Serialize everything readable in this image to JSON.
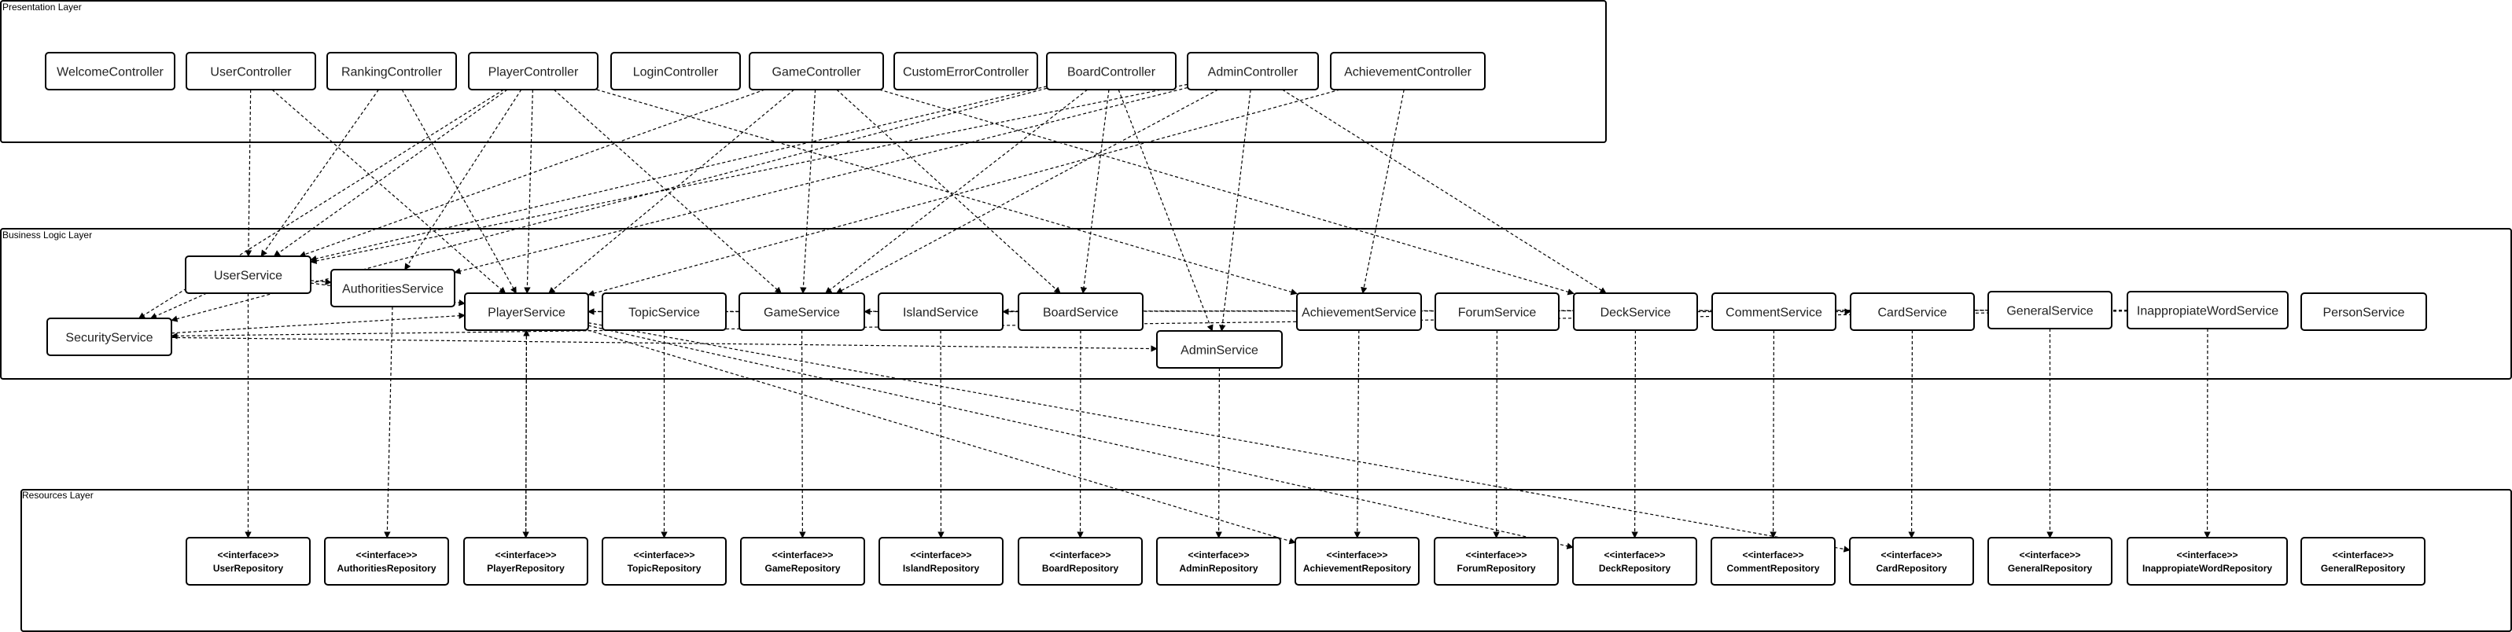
{
  "layers": {
    "presentation": "Presentation Layer",
    "business": "Business Logic Layer",
    "resources": "Resources Layer"
  },
  "controllers": [
    {
      "id": "welcome",
      "label": "WelcomeController"
    },
    {
      "id": "user",
      "label": "UserController"
    },
    {
      "id": "ranking",
      "label": "RankingController"
    },
    {
      "id": "player",
      "label": "PlayerController"
    },
    {
      "id": "login",
      "label": "LoginController"
    },
    {
      "id": "game",
      "label": "GameController"
    },
    {
      "id": "customerror",
      "label": "CustomErrorController"
    },
    {
      "id": "board",
      "label": "BoardController"
    },
    {
      "id": "admin",
      "label": "AdminController"
    },
    {
      "id": "achievement",
      "label": "AchievementController"
    }
  ],
  "services": [
    {
      "id": "user",
      "label": "UserService"
    },
    {
      "id": "authorities",
      "label": "AuthoritiesService"
    },
    {
      "id": "security",
      "label": "SecurityService"
    },
    {
      "id": "player",
      "label": "PlayerService"
    },
    {
      "id": "topic",
      "label": "TopicService"
    },
    {
      "id": "game",
      "label": "GameService"
    },
    {
      "id": "island",
      "label": "IslandService"
    },
    {
      "id": "board",
      "label": "BoardService"
    },
    {
      "id": "admin",
      "label": "AdminService"
    },
    {
      "id": "achievement",
      "label": "AchievementService"
    },
    {
      "id": "forum",
      "label": "ForumService"
    },
    {
      "id": "deck",
      "label": "DeckService"
    },
    {
      "id": "comment",
      "label": "CommentService"
    },
    {
      "id": "card",
      "label": "CardService"
    },
    {
      "id": "general",
      "label": "GeneralService"
    },
    {
      "id": "inappropiate",
      "label": "InappropiateWordService"
    },
    {
      "id": "person",
      "label": "PersonService"
    }
  ],
  "repositories": [
    {
      "id": "user",
      "stereotype": "<<interface>>",
      "label": "UserRepository"
    },
    {
      "id": "authorities",
      "stereotype": "<<interface>>",
      "label": "AuthoritiesRepository"
    },
    {
      "id": "player",
      "stereotype": "<<interface>>",
      "label": "PlayerRepository"
    },
    {
      "id": "topic",
      "stereotype": "<<interface>>",
      "label": "TopicRepository"
    },
    {
      "id": "game",
      "stereotype": "<<interface>>",
      "label": "GameRepository"
    },
    {
      "id": "island",
      "stereotype": "<<interface>>",
      "label": "IslandRepository"
    },
    {
      "id": "board",
      "stereotype": "<<interface>>",
      "label": "BoardRepository"
    },
    {
      "id": "admin",
      "stereotype": "<<interface>>",
      "label": "AdminRepository"
    },
    {
      "id": "achievement",
      "stereotype": "<<interface>>",
      "label": "AchievementRepository"
    },
    {
      "id": "forum",
      "stereotype": "<<interface>>",
      "label": "ForumRepository"
    },
    {
      "id": "deck",
      "stereotype": "<<interface>>",
      "label": "DeckRepository"
    },
    {
      "id": "comment",
      "stereotype": "<<interface>>",
      "label": "CommentRepository"
    },
    {
      "id": "card",
      "stereotype": "<<interface>>",
      "label": "CardRepository"
    },
    {
      "id": "general",
      "stereotype": "<<interface>>",
      "label": "GeneralRepository"
    },
    {
      "id": "inappropiate",
      "stereotype": "<<interface>>",
      "label": "InappropiateWordRepository"
    },
    {
      "id": "general2",
      "stereotype": "<<interface>>",
      "label": "GeneralRepository"
    }
  ],
  "dependencies": [
    [
      "c.user",
      "s.user"
    ],
    [
      "c.user",
      "s.player"
    ],
    [
      "c.ranking",
      "s.user"
    ],
    [
      "c.ranking",
      "s.player"
    ],
    [
      "c.player",
      "s.user"
    ],
    [
      "c.player",
      "s.authorities"
    ],
    [
      "c.player",
      "s.player"
    ],
    [
      "c.player",
      "s.game"
    ],
    [
      "c.player",
      "s.security"
    ],
    [
      "c.player",
      "s.achievement"
    ],
    [
      "c.game",
      "s.user"
    ],
    [
      "c.game",
      "s.player"
    ],
    [
      "c.game",
      "s.game"
    ],
    [
      "c.game",
      "s.board"
    ],
    [
      "c.game",
      "s.deck"
    ],
    [
      "c.board",
      "s.user"
    ],
    [
      "c.board",
      "s.board"
    ],
    [
      "c.board",
      "s.admin"
    ],
    [
      "c.board",
      "s.game"
    ],
    [
      "c.board",
      "s.security"
    ],
    [
      "c.admin",
      "s.user"
    ],
    [
      "c.admin",
      "s.admin"
    ],
    [
      "c.admin",
      "s.game"
    ],
    [
      "c.admin",
      "s.authorities"
    ],
    [
      "c.admin",
      "s.deck"
    ],
    [
      "c.achievement",
      "s.achievement"
    ],
    [
      "c.achievement",
      "s.player"
    ],
    [
      "s.user",
      "s.security"
    ],
    [
      "s.user",
      "s.player"
    ],
    [
      "s.user",
      "s.authorities"
    ],
    [
      "s.security",
      "s.player"
    ],
    [
      "s.security",
      "s.admin"
    ],
    [
      "s.game",
      "s.player"
    ],
    [
      "s.board",
      "s.island"
    ],
    [
      "s.deck",
      "s.card"
    ],
    [
      "s.general",
      "s.player"
    ],
    [
      "s.inappropiate",
      "s.security"
    ],
    [
      "s.inappropiate",
      "s.game"
    ],
    [
      "s.user",
      "r.user"
    ],
    [
      "s.authorities",
      "r.authorities"
    ],
    [
      "s.player",
      "r.player"
    ],
    [
      "s.topic",
      "r.topic"
    ],
    [
      "s.game",
      "r.game"
    ],
    [
      "s.island",
      "r.island"
    ],
    [
      "s.board",
      "r.board"
    ],
    [
      "s.admin",
      "r.admin"
    ],
    [
      "s.achievement",
      "r.achievement"
    ],
    [
      "s.forum",
      "r.forum"
    ],
    [
      "s.deck",
      "r.deck"
    ],
    [
      "s.comment",
      "r.comment"
    ],
    [
      "s.card",
      "r.card"
    ],
    [
      "s.general",
      "r.general"
    ],
    [
      "s.inappropiate",
      "r.inappropiate"
    ],
    [
      "s.player",
      "r.achievement"
    ],
    [
      "s.player",
      "r.deck"
    ],
    [
      "s.player",
      "r.card"
    ],
    [
      "r.player",
      "s.player"
    ]
  ]
}
